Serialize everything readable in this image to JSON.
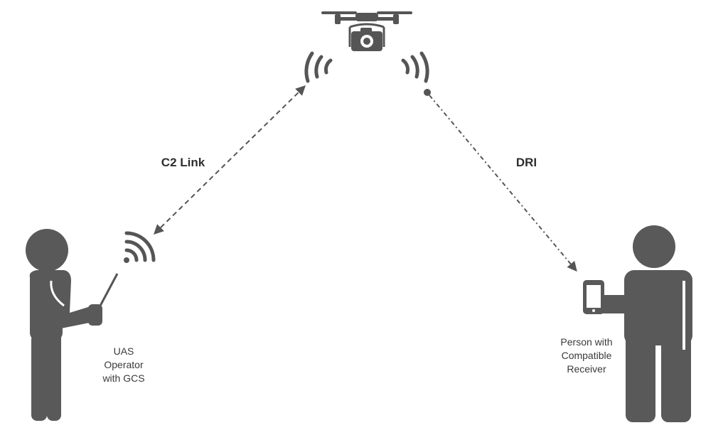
{
  "links": {
    "c2_label": "C2 Link",
    "dri_label": "DRI"
  },
  "operator": {
    "caption_line1": "UAS",
    "caption_line2": "Operator",
    "caption_line3": "with GCS"
  },
  "receiver_person": {
    "caption_line1": "Person with",
    "caption_line2": "Compatible",
    "caption_line3": "Receiver"
  },
  "icons": {
    "drone": "drone-icon",
    "camera": "camera-icon",
    "signal_left": "wifi-waves-icon",
    "signal_right": "wifi-waves-icon",
    "controller_signal": "wifi-icon",
    "smartphone": "smartphone-icon"
  },
  "colors": {
    "figure": "#595959",
    "line": "#555555"
  }
}
